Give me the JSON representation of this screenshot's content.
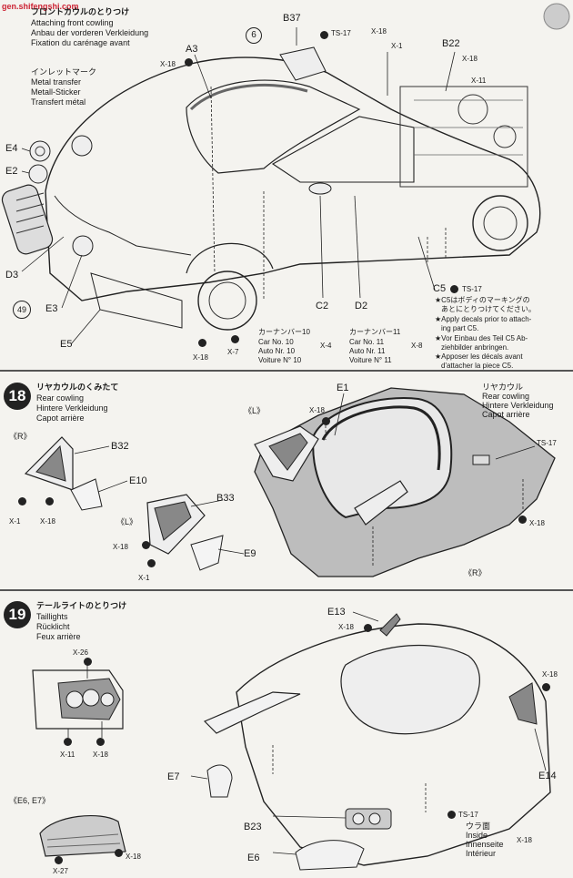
{
  "watermark": "gen.shifengshi.com",
  "step17": {
    "title_jp": "フロントカウルのとりつけ",
    "title_en": "Attaching front cowling",
    "title_de": "Anbau der vorderen Verkleidung",
    "title_fr": "Fixation du carénage avant",
    "inlet_jp": "インレットマーク",
    "inlet_en": "Metal transfer",
    "inlet_de": "Metall-Sticker",
    "inlet_fr": "Transfert métal",
    "step_ref": "6",
    "ref49": "49",
    "parts": {
      "a3": "A3",
      "b37": "B37",
      "ts17_top": "TS-17",
      "x18_top": "X-18",
      "x1_top": "X-1",
      "b22": "B22",
      "x18_right": "X-18",
      "x11_right": "X-11",
      "e4": "E4",
      "e2": "E2",
      "d3": "D3",
      "e3": "E3",
      "e5": "E5",
      "d2": "D2",
      "c2": "C2",
      "c5": "C5",
      "ts17_c5": "TS-17",
      "x18_left": "X-18",
      "x18_bottom": "X-18",
      "x7_bottom": "X-7"
    },
    "carnum10": {
      "jp": "カーナンバー10",
      "en": "Car No. 10",
      "de": "Auto Nr. 10",
      "fr": "Voiture N° 10",
      "qty": "X-4"
    },
    "carnum11": {
      "jp": "カーナンバー11",
      "en": "Car No. 11",
      "de": "Auto Nr. 11",
      "fr": "Voiture N° 11",
      "qty": "X-8"
    },
    "notes": [
      "★C5はボディのマーキングの",
      "あとにとりつけてください。",
      "★Apply decals prior to attach-",
      "ing part C5.",
      "★Vor Einbau des Teil C5 Ab-",
      "ziehbilder anbringen.",
      "★Apposer les décals avant",
      "d'attacher la piece C5."
    ]
  },
  "step18": {
    "number": "18",
    "title_jp": "リヤカウルのくみたて",
    "title_en": "Rear cowling",
    "title_de": "Hintere Verkleidung",
    "title_fr": "Capot arrière",
    "side_r": "《R》",
    "side_l": "《L》",
    "side_r2": "《R》",
    "side_l2": "《L》",
    "callout_jp": "リヤカウル",
    "callout_en": "Rear cowling",
    "callout_de": "Hintere Verkleidung",
    "callout_fr": "Capot arrière",
    "parts": {
      "b32": "B32",
      "e10": "E10",
      "x1_a": "X-1",
      "x18_a": "X-18",
      "b33": "B33",
      "x18_b": "X-18",
      "x1_b": "X-1",
      "e9": "E9",
      "x18_c": "X-18",
      "e1": "E1",
      "ts17": "TS-17",
      "x18_d": "X-18"
    }
  },
  "step19": {
    "number": "19",
    "title_jp": "テールライトのとりつけ",
    "title_en": "Taillights",
    "title_de": "Rücklicht",
    "title_fr": "Feux arrière",
    "side_e6e7": "《E6, E7》",
    "inside_jp": "ウラ面",
    "inside_en": "Inside",
    "inside_de": "Innenseite",
    "inside_fr": "Intérieur",
    "parts": {
      "x26": "X-26",
      "x11": "X-11",
      "x18_a": "X-18",
      "e13": "E13",
      "x18_b": "X-18",
      "x18_c": "X-18",
      "e7": "E7",
      "e14": "E14",
      "b23": "B23",
      "ts17": "TS-17",
      "x18_inside": "X-18",
      "e6": "E6",
      "x27": "X-27",
      "x18_d": "X-18"
    }
  }
}
